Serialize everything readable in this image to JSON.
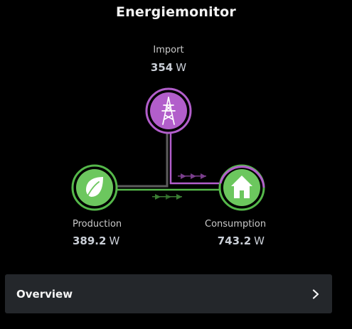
{
  "card": {
    "title": "Energiemonitor"
  },
  "import": {
    "label": "Import",
    "value": "354",
    "unit": "W",
    "icon": "transmission-tower-icon",
    "color": "#b25ecb"
  },
  "production": {
    "label": "Production",
    "value": "389.2",
    "unit": "W",
    "icon": "leaf-icon",
    "color": "#55b84a"
  },
  "consumption": {
    "label": "Consumption",
    "value": "743.2",
    "unit": "W",
    "icon": "home-icon",
    "color": "#55b84a"
  },
  "overview": {
    "label": "Overview",
    "icon": "chevron-right-icon"
  }
}
